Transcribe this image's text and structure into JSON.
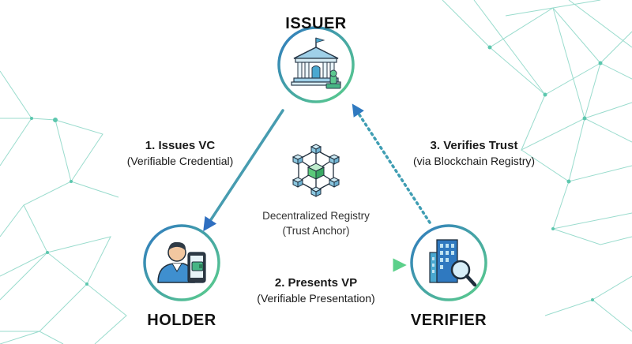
{
  "roles": {
    "issuer": "ISSUER",
    "holder": "HOLDER",
    "verifier": "VERIFIER"
  },
  "flows": {
    "issues": {
      "title": "1. Issues VC",
      "subtitle": "(Verifiable Credential)"
    },
    "presents": {
      "title": "2. Presents VP",
      "subtitle": "(Verifiable Presentation)"
    },
    "verifies": {
      "title": "3. Verifies Trust",
      "subtitle": "(via Blockchain Registry)"
    }
  },
  "registry": {
    "line1": "Decentralized Registry",
    "line2": "(Trust Anchor)"
  },
  "colors": {
    "blue": "#2f79c0",
    "teal": "#3fc1a6",
    "green": "#5cc97a",
    "network": "#7fd3c2"
  },
  "icons": {
    "issuer": "government-building-icon",
    "holder": "person-wallet-phone-icon",
    "verifier": "office-building-magnifier-icon",
    "registry": "blockchain-cubes-icon"
  }
}
